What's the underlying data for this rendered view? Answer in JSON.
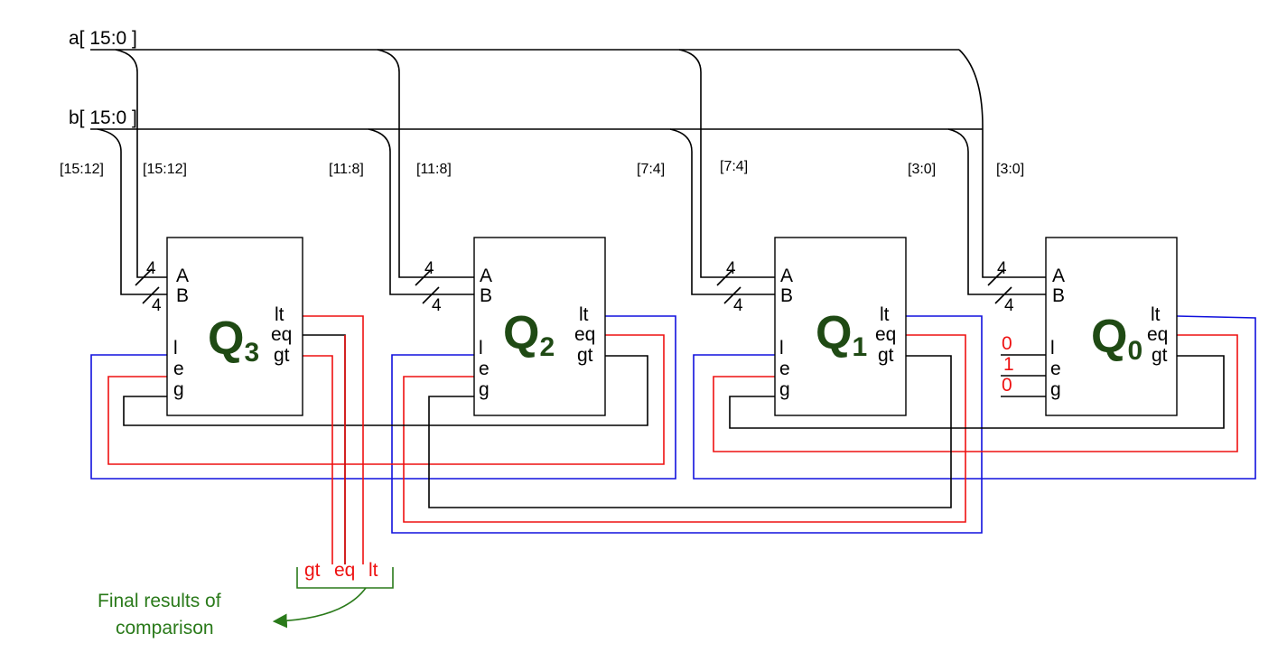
{
  "buses": {
    "a_label": "a[ 15:0 ]",
    "b_label": "b[ 15:0 ]"
  },
  "comparators": [
    {
      "name": "Q",
      "sub": "3",
      "a_slice": "[15:12]",
      "b_slice": "[15:12]"
    },
    {
      "name": "Q",
      "sub": "2",
      "a_slice": "[11:8]",
      "b_slice": "[11:8]"
    },
    {
      "name": "Q",
      "sub": "1",
      "a_slice": "[7:4]",
      "b_slice": "[7:4]"
    },
    {
      "name": "Q",
      "sub": "0",
      "a_slice": "[3:0]",
      "b_slice": "[3:0]"
    }
  ],
  "pins": {
    "A": "A",
    "B": "B",
    "l": "l",
    "e": "e",
    "g": "g",
    "lt": "lt",
    "eq": "eq",
    "gt": "gt",
    "bus_width": "4"
  },
  "q0_constants": {
    "l": "0",
    "e": "1",
    "g": "0"
  },
  "outputs": {
    "gt": "gt",
    "eq": "eq",
    "lt": "lt"
  },
  "caption": {
    "line1": "Final results of",
    "line2": "comparison"
  },
  "colors": {
    "lt_wire": "#1111dd",
    "eq_wire": "#ee1111",
    "gt_wire": "#000000",
    "q_text": "#1f4a14",
    "caption": "#2a7a1a"
  }
}
